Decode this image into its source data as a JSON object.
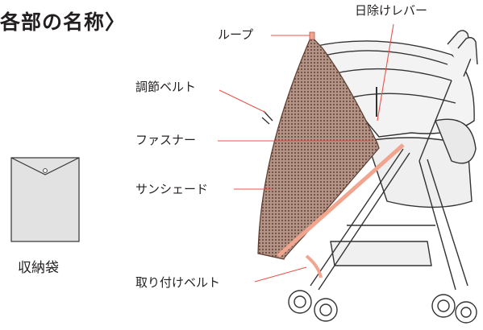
{
  "heading": "各部の名称〉",
  "storage_bag": {
    "caption": "収納袋"
  },
  "parts": {
    "sunshade_lever": "日除けレバー",
    "loop": "ループ",
    "adjust_belt": "調節ベルト",
    "fastener": "ファスナー",
    "sunshade": "サンシェード",
    "attach_belt": "取り付けベルト"
  },
  "colors": {
    "shade_fabric": "#9a7b6e",
    "belt": "#f2a58e",
    "leader_line": "#e8544a"
  }
}
